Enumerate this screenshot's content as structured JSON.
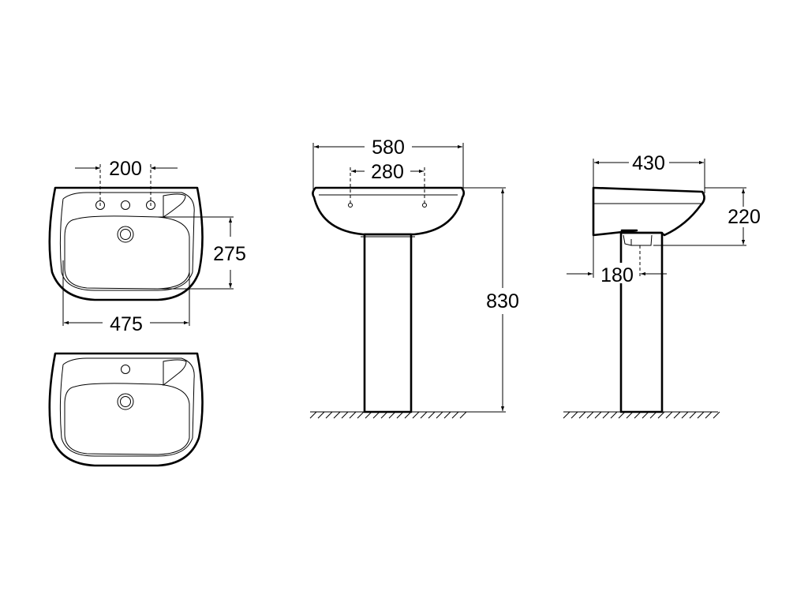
{
  "drawing": {
    "colors": {
      "line": "#000000",
      "background": "#ffffff"
    },
    "top_view_three_hole": {
      "tap_hole_spacing": "200",
      "bowl_depth": "275",
      "width": "475"
    },
    "top_view_one_hole": {},
    "front_view": {
      "overall_width": "580",
      "fixing_hole_spacing": "280",
      "height": "830"
    },
    "side_view": {
      "projection": "430",
      "basin_height": "220",
      "waste_offset": "180"
    }
  }
}
